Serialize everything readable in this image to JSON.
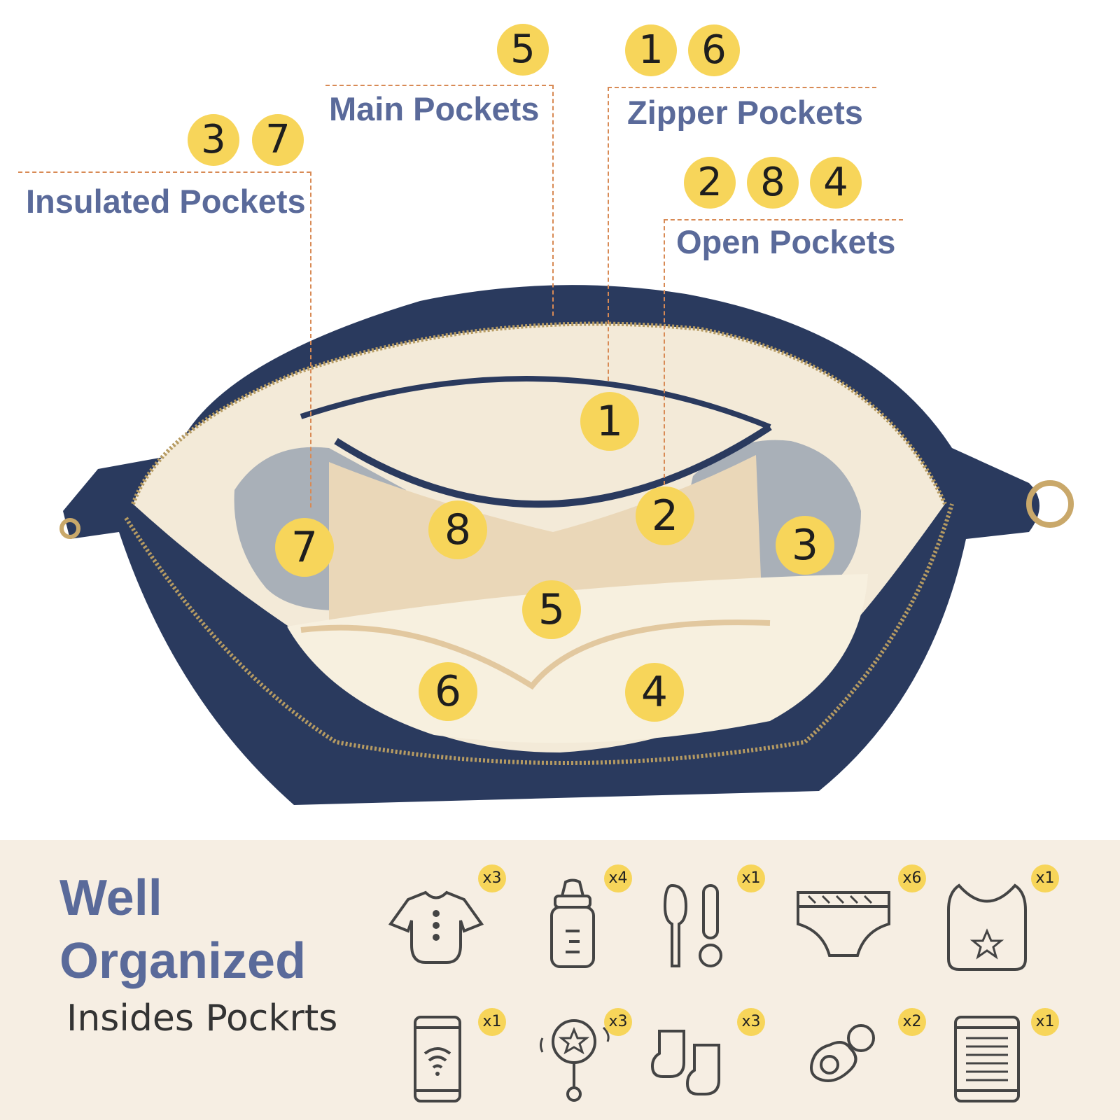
{
  "callouts": {
    "main": {
      "label": "Main Pockets",
      "numbers": [
        "5"
      ]
    },
    "zipper": {
      "label": "Zipper Pockets",
      "numbers": [
        "1",
        "6"
      ]
    },
    "insulated": {
      "label": "Insulated Pockets",
      "numbers": [
        "3",
        "7"
      ]
    },
    "open": {
      "label": "Open Pockets",
      "numbers": [
        "2",
        "8",
        "4"
      ]
    }
  },
  "bag_markers": [
    "1",
    "2",
    "3",
    "4",
    "5",
    "6",
    "7",
    "8"
  ],
  "summary": {
    "title_line1": "Well",
    "title_line2": "Organized",
    "subtitle": "Insides Pockrts"
  },
  "items": [
    {
      "icon": "onesie-icon",
      "qty": "x3"
    },
    {
      "icon": "baby-bottle-icon",
      "qty": "x4"
    },
    {
      "icon": "utensils-icon",
      "qty": "x1"
    },
    {
      "icon": "diaper-icon",
      "qty": "x6"
    },
    {
      "icon": "bib-icon",
      "qty": "x1"
    },
    {
      "icon": "phone-icon",
      "qty": "x1"
    },
    {
      "icon": "rattle-icon",
      "qty": "x3"
    },
    {
      "icon": "socks-icon",
      "qty": "x3"
    },
    {
      "icon": "pacifier-icon",
      "qty": "x2"
    },
    {
      "icon": "tablet-icon",
      "qty": "x1"
    }
  ],
  "colors": {
    "badge": "#f7d55a",
    "label": "#5a6a9a",
    "bag_navy": "#2a3a5e",
    "lining": "#f2e7d4",
    "panel": "#f6eee3"
  }
}
